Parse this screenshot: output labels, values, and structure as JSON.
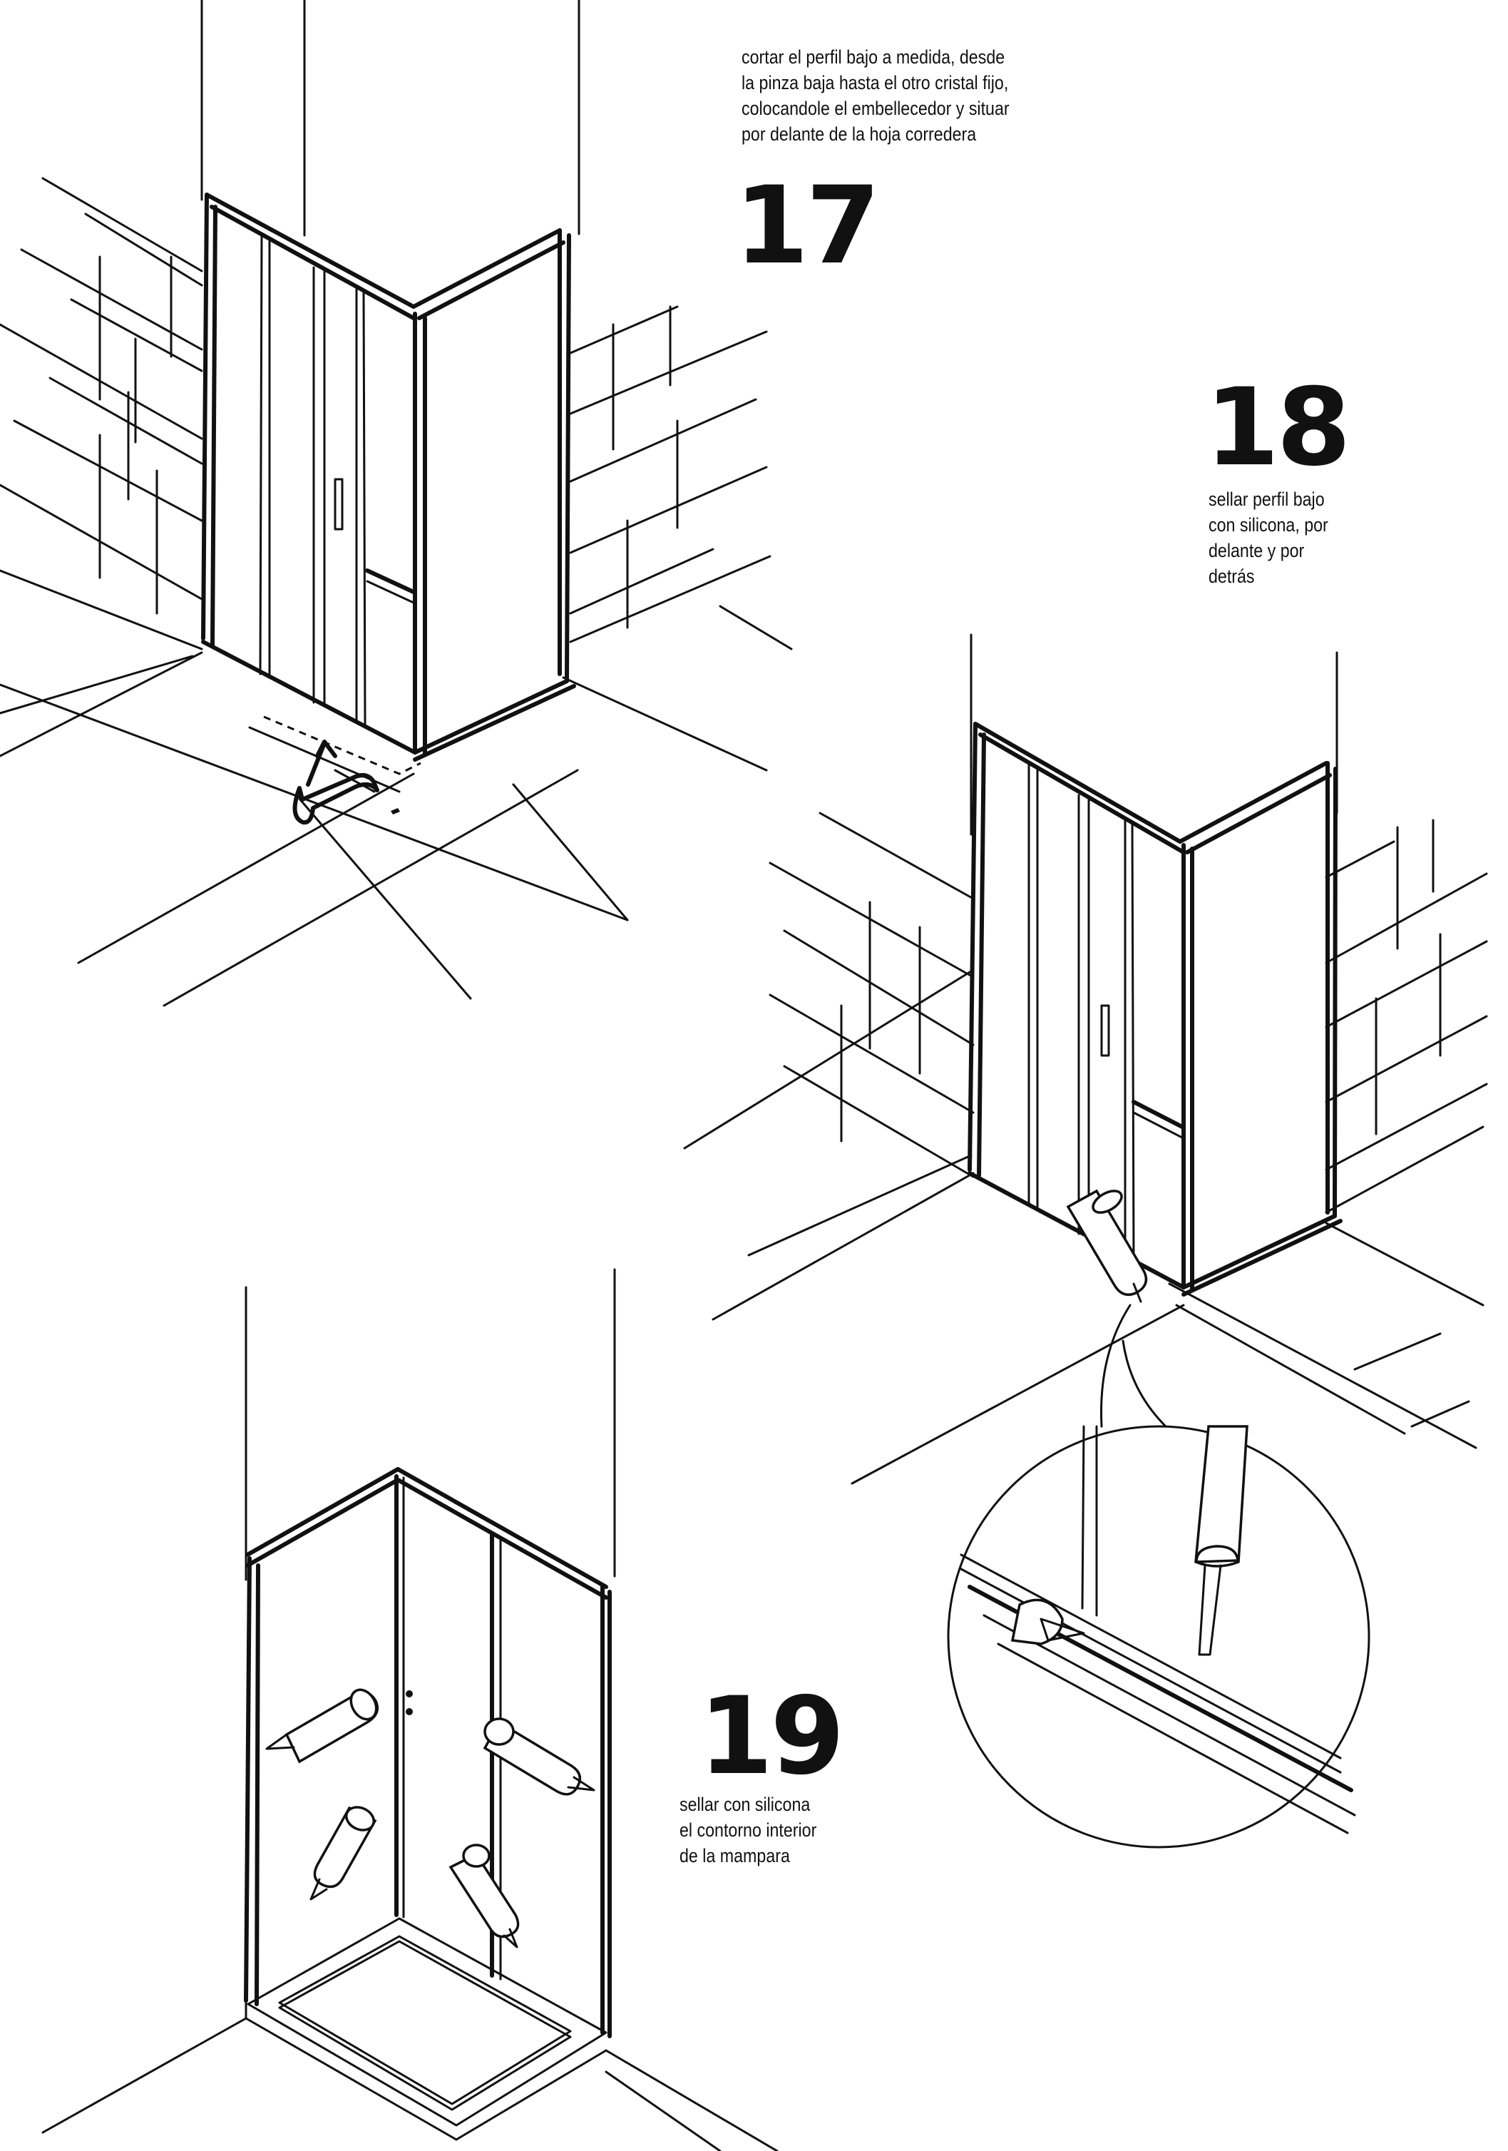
{
  "steps": [
    {
      "number": "17",
      "caption_lines": [
        "cortar el perfil bajo a medida, desde",
        "la pinza baja hasta el otro cristal fijo,",
        "colocandole el embellecedor y situar",
        "por delante de la hoja corredera"
      ]
    },
    {
      "number": "18",
      "caption_lines": [
        "sellar perfil bajo",
        "con silicona, por",
        "delante y por",
        "detrás"
      ]
    },
    {
      "number": "19",
      "caption_lines": [
        "sellar con silicona",
        "el contorno interior",
        "de la mampara"
      ]
    }
  ]
}
